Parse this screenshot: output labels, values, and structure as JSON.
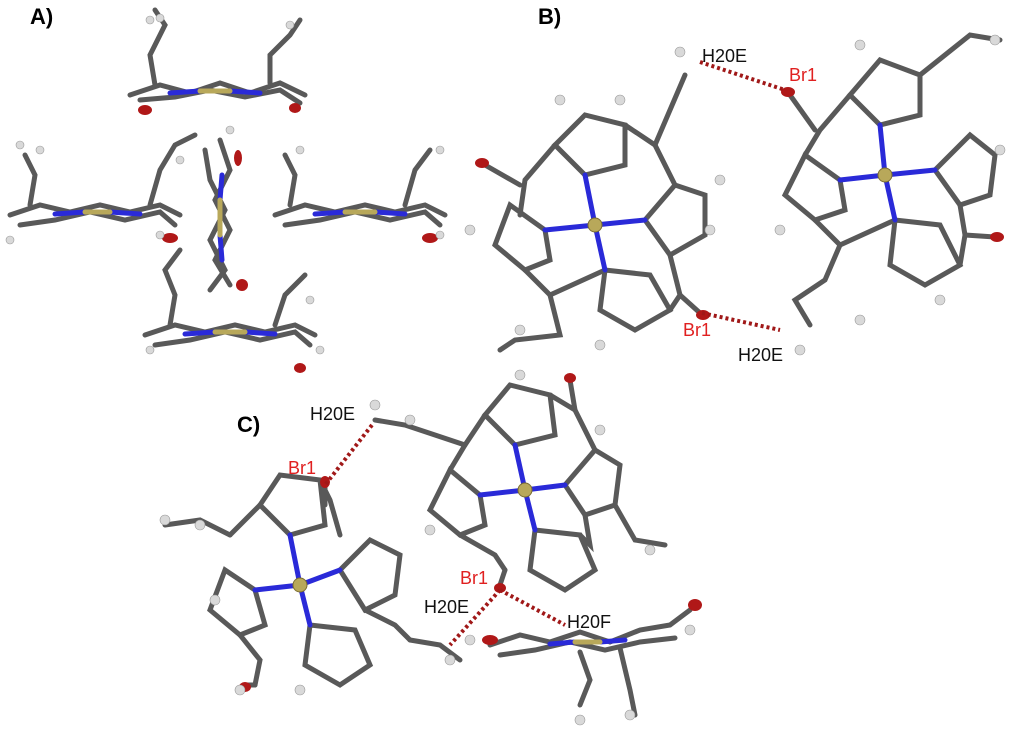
{
  "colors": {
    "carbon": "#555555",
    "nitrogen": "#2a2ad8",
    "metal": "#b8a85a",
    "oxygen": "#b01818",
    "hydrogen": "#d9d9d9",
    "hbond": "#a01818",
    "br_label": "#e02020",
    "h_label": "#111111"
  },
  "panels": {
    "a": {
      "label": "A)"
    },
    "b": {
      "label": "B)",
      "atoms": {
        "h_top": "H20E",
        "br_top": "Br1",
        "br_bottom": "Br1",
        "h_bottom": "H20E"
      }
    },
    "c": {
      "label": "C)",
      "atoms": {
        "h_top": "H20E",
        "br_top": "Br1",
        "br_mid": "Br1",
        "h_mid": "H20E",
        "h_right": "H20F"
      }
    }
  }
}
